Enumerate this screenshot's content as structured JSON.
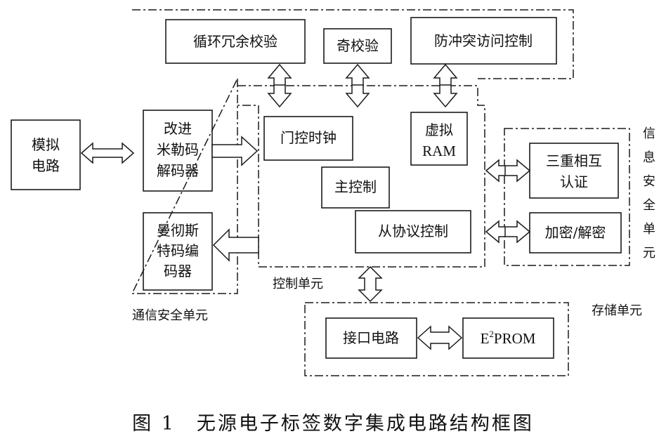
{
  "blocks": {
    "analog": [
      "模拟",
      "电路"
    ],
    "crc": "循环冗余校验",
    "parity": "奇校验",
    "anticollision": "防冲突访问控制",
    "miller": [
      "改进",
      "米勒码",
      "解码器"
    ],
    "manchester": [
      "曼彻斯",
      "特码编",
      "码器"
    ],
    "gate_clock": "门控时钟",
    "virtual_ram": [
      "虚拟",
      "RAM"
    ],
    "main_control": "主控制",
    "slave_protocol": "从协议控制",
    "triple_auth": [
      "三重相互",
      "认证"
    ],
    "encrypt": "加密/解密",
    "interface": "接口电路",
    "eeprom": {
      "main": "E",
      "sup": "2",
      "rest": "PROM"
    }
  },
  "regions": {
    "comm_security": "通信安全单元",
    "control": "控制单元",
    "info_security": [
      "信",
      "息",
      "安",
      "全",
      "单",
      "元"
    ],
    "storage": "存储单元"
  },
  "caption": "图 1　无源电子标签数字集成电路结构框图"
}
